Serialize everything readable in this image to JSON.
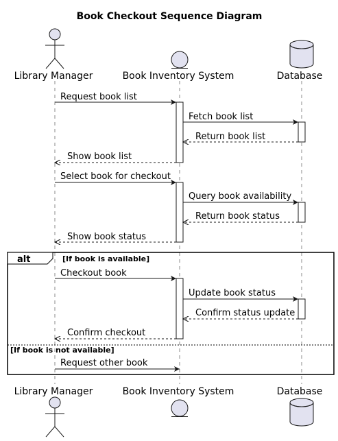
{
  "title": "Book Checkout Sequence Diagram",
  "colors": {
    "actor_fill": "#e2e2f0",
    "line": "#181818",
    "lifeline": "#888888"
  },
  "participants": [
    {
      "id": "lm",
      "name": "Library Manager",
      "kind": "actor"
    },
    {
      "id": "bis",
      "name": "Book Inventory System",
      "kind": "entity"
    },
    {
      "id": "db",
      "name": "Database",
      "kind": "database"
    }
  ],
  "messages": [
    {
      "from": "lm",
      "to": "bis",
      "text": "Request book list",
      "style": "sync"
    },
    {
      "from": "bis",
      "to": "db",
      "text": "Fetch book list",
      "style": "sync"
    },
    {
      "from": "db",
      "to": "bis",
      "text": "Return book list",
      "style": "return"
    },
    {
      "from": "bis",
      "to": "lm",
      "text": "Show book list",
      "style": "return"
    },
    {
      "from": "lm",
      "to": "bis",
      "text": "Select book for checkout",
      "style": "sync"
    },
    {
      "from": "bis",
      "to": "db",
      "text": "Query book availability",
      "style": "sync"
    },
    {
      "from": "db",
      "to": "bis",
      "text": "Return book status",
      "style": "return"
    },
    {
      "from": "bis",
      "to": "lm",
      "text": "Show book status",
      "style": "return"
    },
    {
      "from": "lm",
      "to": "bis",
      "text": "Checkout book",
      "style": "sync"
    },
    {
      "from": "bis",
      "to": "db",
      "text": "Update book status",
      "style": "sync"
    },
    {
      "from": "db",
      "to": "bis",
      "text": "Confirm status update",
      "style": "return"
    },
    {
      "from": "bis",
      "to": "lm",
      "text": "Confirm checkout",
      "style": "return"
    },
    {
      "from": "lm",
      "to": "bis",
      "text": "Request other book",
      "style": "sync"
    }
  ],
  "fragment": {
    "operator": "alt",
    "guards": [
      "[If book is available]",
      "[If book is not available]"
    ]
  }
}
